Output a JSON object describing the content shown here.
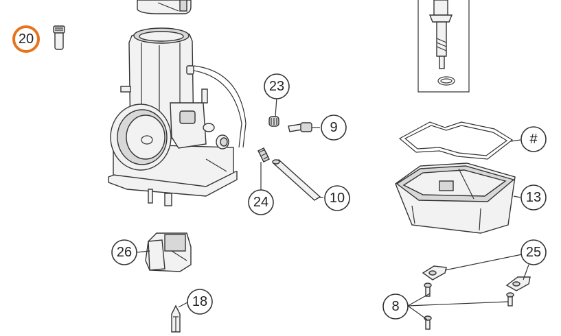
{
  "highlight_color": "#e8731a",
  "callouts": {
    "c20": "20",
    "c23": "23",
    "c9": "9",
    "c_hash": "#",
    "c13": "13",
    "c24": "24",
    "c10": "10",
    "c26": "26",
    "c25": "25",
    "c18": "18",
    "c8": "8"
  }
}
